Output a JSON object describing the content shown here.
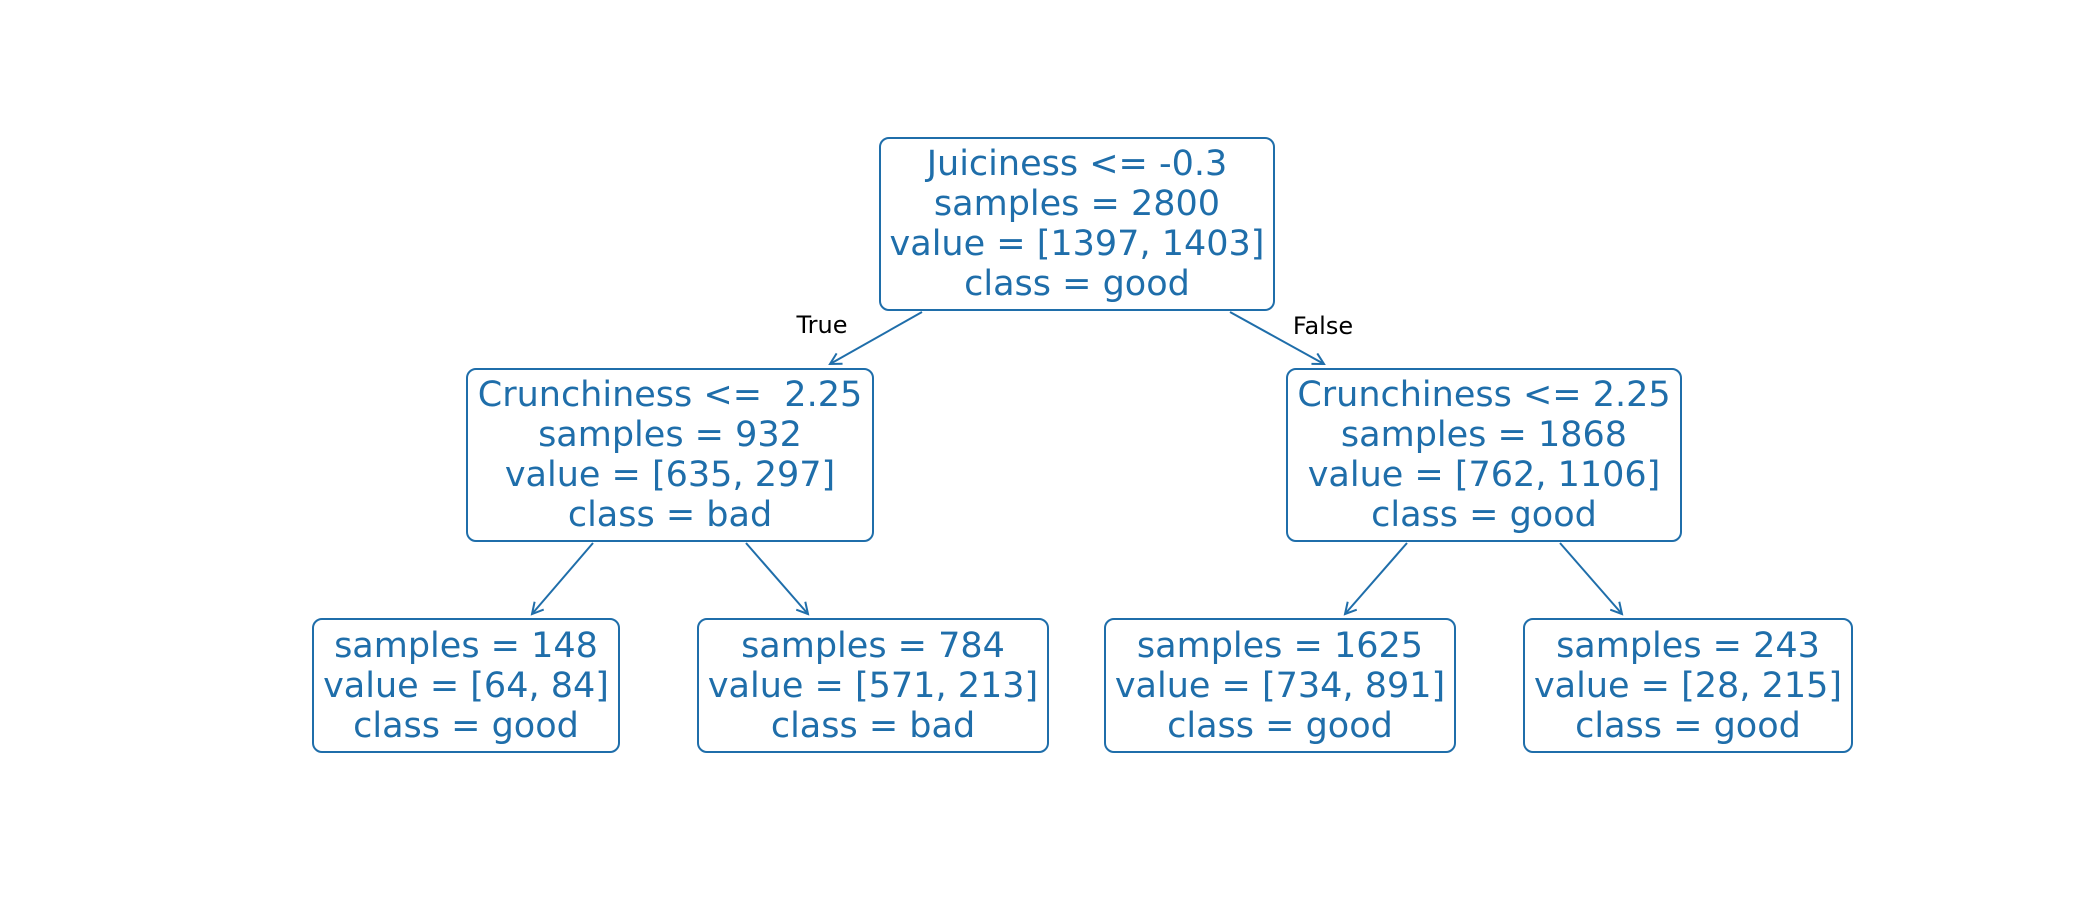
{
  "tree": {
    "colors": {
      "accent": "#1f6eaa",
      "edge_label": "#000000",
      "background": "#ffffff"
    },
    "edge_labels": {
      "true_label": "True",
      "false_label": "False"
    },
    "nodes": {
      "root": {
        "lines": [
          "Juiciness <= -0.3",
          "samples = 2800",
          "value = [1397, 1403]",
          "class = good"
        ]
      },
      "left": {
        "lines": [
          "Crunchiness <=  2.25",
          "samples = 932",
          "value = [635, 297]",
          "class = bad"
        ]
      },
      "right": {
        "lines": [
          "Crunchiness <= 2.25",
          "samples = 1868",
          "value = [762, 1106]",
          "class = good"
        ]
      },
      "left_left": {
        "lines": [
          "samples = 148",
          "value = [64, 84]",
          "class = good"
        ]
      },
      "left_right": {
        "lines": [
          "samples = 784",
          "value = [571, 213]",
          "class = bad"
        ]
      },
      "right_left": {
        "lines": [
          "samples = 1625",
          "value = [734, 891]",
          "class = good"
        ]
      },
      "right_right": {
        "lines": [
          "samples = 243",
          "value = [28, 215]",
          "class = good"
        ]
      }
    }
  }
}
